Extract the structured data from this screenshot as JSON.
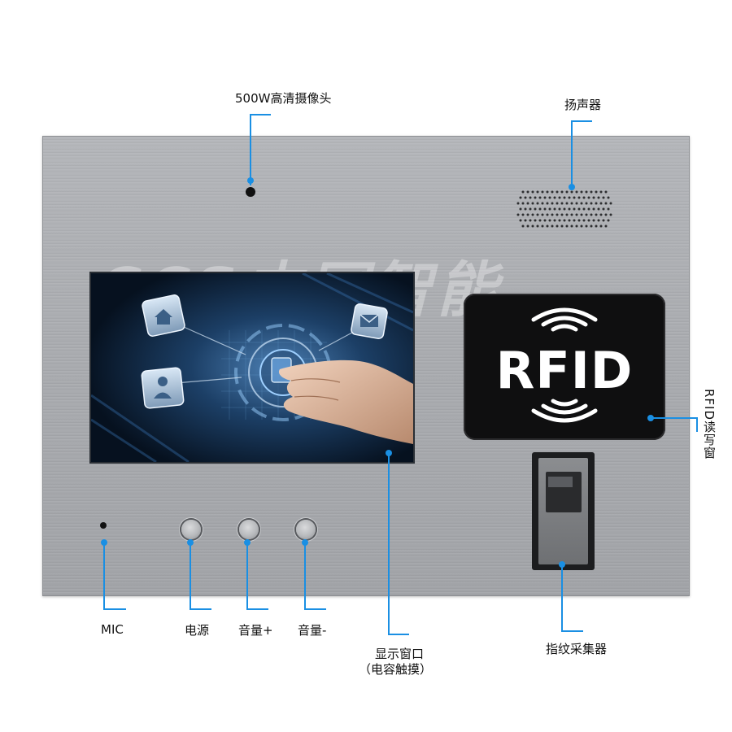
{
  "labels": {
    "camera": "500W高清摄像头",
    "speaker": "扬声器",
    "rfid_window": "RFID读写窗",
    "mic": "MIC",
    "power": "电源",
    "volume_up": "音量+",
    "volume_down": "音量-",
    "display_line1": "显示窗口",
    "display_line2": "（电容触摸）",
    "fingerprint": "指纹采集器"
  },
  "watermark": "CCS中冠智能",
  "rfid_text": "RFID",
  "colors": {
    "accent": "#1a8fe3",
    "panel": "#aaacb0",
    "rfid_bg": "#0f0f10",
    "screen_bg": "#0d1826"
  },
  "icons": [
    "home-icon",
    "envelope-icon",
    "user-icon",
    "fingerprint-icon",
    "rfid-wave-icon"
  ]
}
